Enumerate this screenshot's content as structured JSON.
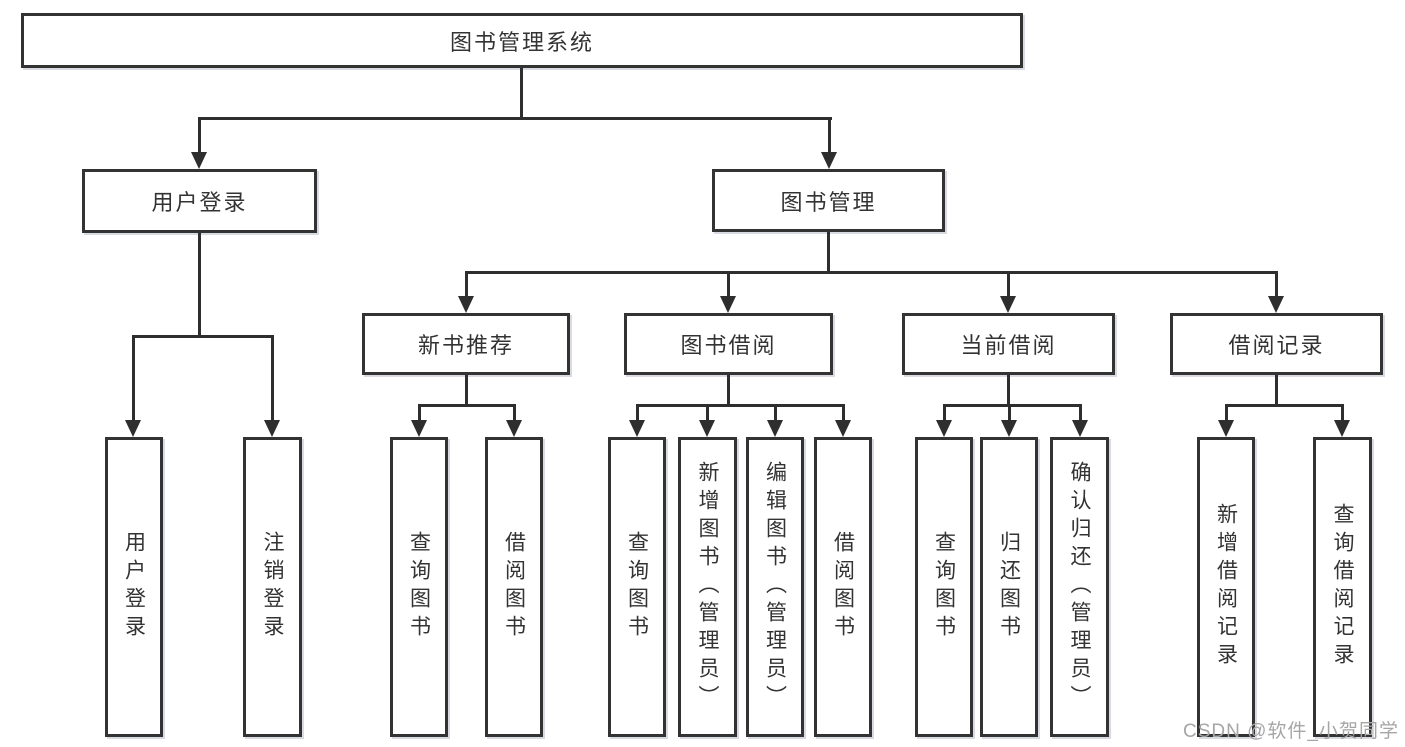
{
  "root": {
    "label": "图书管理系统"
  },
  "nodes": {
    "user_login": "用户登录",
    "book_management": "图书管理",
    "new_book_recommend": "新书推荐",
    "book_borrow": "图书借阅",
    "current_borrow": "当前借阅",
    "borrow_records": "借阅记录"
  },
  "leaves": {
    "login": [
      "用户登录",
      "注销登录"
    ],
    "new_book": [
      "查询图书",
      "借阅图书"
    ],
    "book_borrow": [
      "查询图书",
      "新增图书（管理员）",
      "编辑图书（管理员）",
      "借阅图书"
    ],
    "current_borrow": [
      "查询图书",
      "归还图书",
      "确认归还（管理员）"
    ],
    "borrow_records": [
      "新增借阅记录",
      "查询借阅记录"
    ]
  },
  "watermark": "CSDN @软件_小贺同学",
  "colors": {
    "line": "#2e2e2e",
    "box_border": "#333333",
    "text": "#333333",
    "watermark": "#a6a6a6",
    "background": "#ffffff"
  }
}
